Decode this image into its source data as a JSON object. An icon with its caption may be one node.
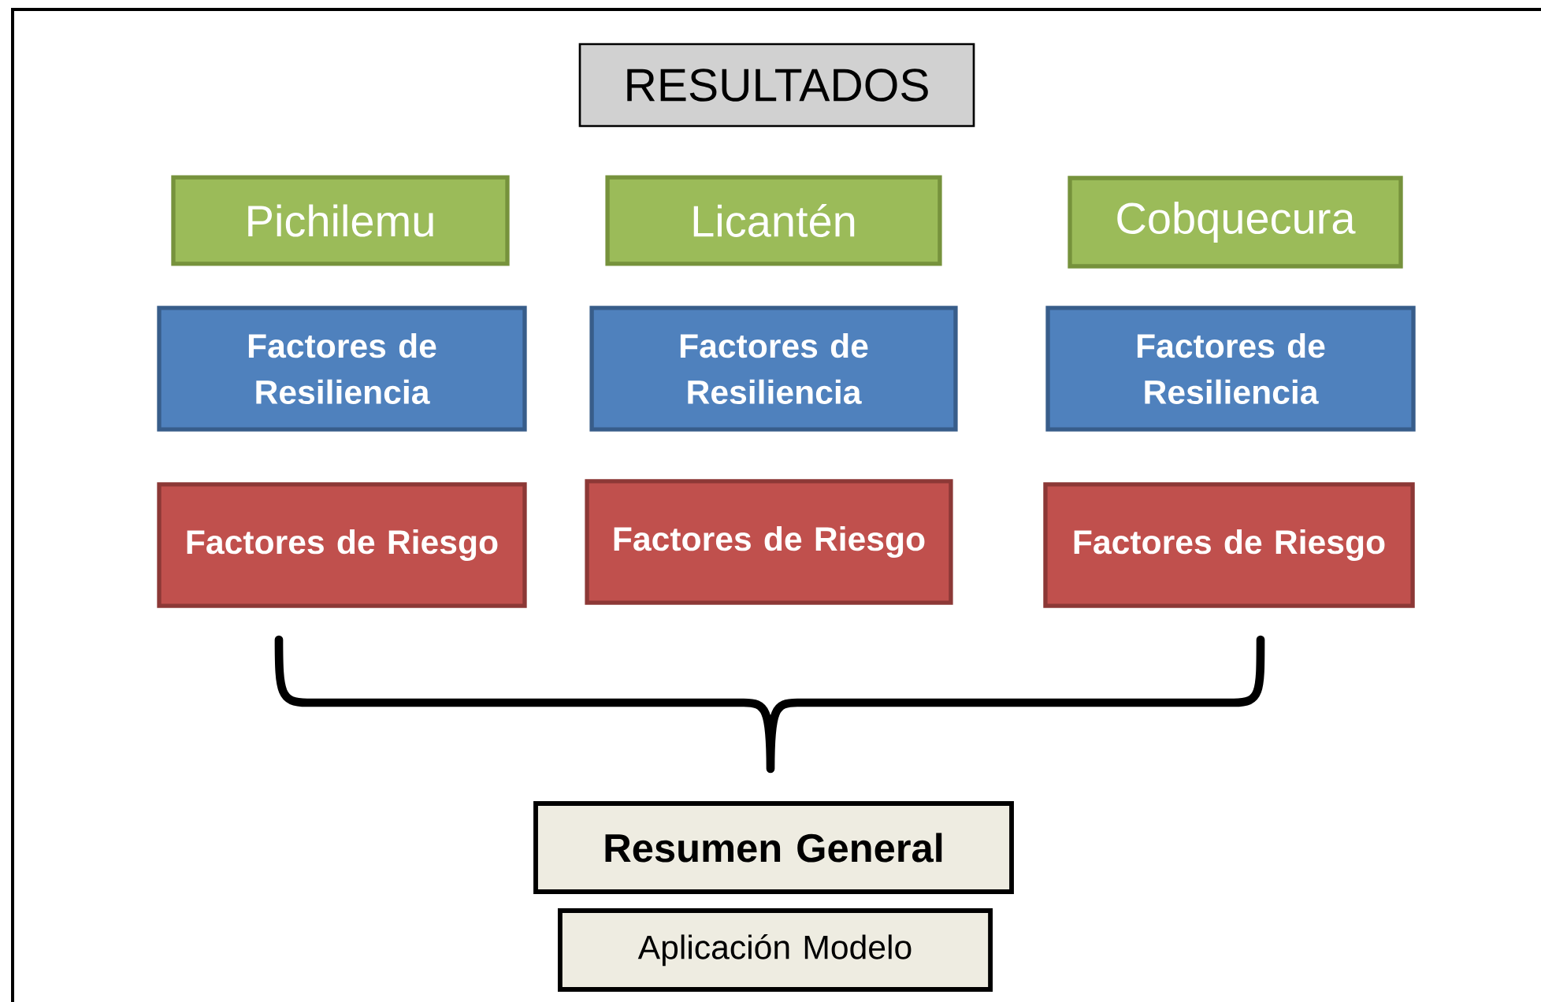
{
  "diagram": {
    "nodes": [
      {
        "text": [
          "RESULTADOS"
        ]
      },
      {
        "text": [
          "Pichilemu"
        ]
      },
      {
        "text": [
          "Licantén"
        ]
      },
      {
        "text": [
          "Cobquecura"
        ]
      },
      {
        "text": [
          "Factores de Resiliencia"
        ]
      },
      {
        "text": [
          "Factores de Resiliencia"
        ]
      },
      {
        "text": [
          "Factores de Resiliencia"
        ]
      },
      {
        "text": [
          "Factores de Riesgo"
        ]
      },
      {
        "text": [
          "Factores de Riesgo"
        ]
      },
      {
        "text": [
          "Factores de Riesgo"
        ]
      },
      {
        "text": [
          "Resumen General"
        ]
      },
      {
        "text": [
          "Aplicación Modelo"
        ]
      }
    ]
  }
}
